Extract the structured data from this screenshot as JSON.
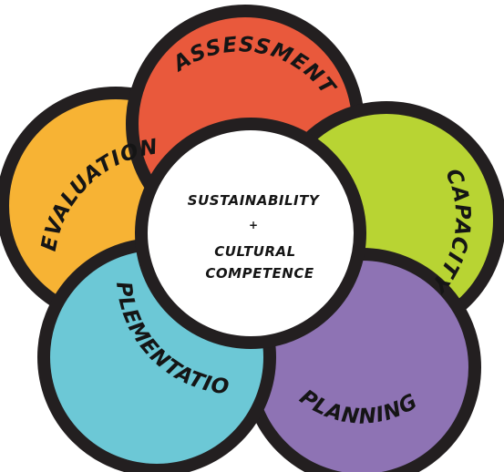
{
  "diagram": {
    "center": {
      "line1": "SUSTAINABILITY",
      "line2": "+",
      "line3": "CULTURAL",
      "line4": "COMPETENCE"
    },
    "stages": [
      {
        "label": "ASSESSMENT",
        "color": "#e9593c"
      },
      {
        "label": "CAPACITY",
        "color": "#b8d433"
      },
      {
        "label": "PLANNING",
        "color": "#8e73b4"
      },
      {
        "label": "IMPLEMENTATION",
        "color": "#6cc8d6"
      },
      {
        "label": "EVALUATION",
        "color": "#f7b334"
      }
    ],
    "outline_color": "#231f20",
    "center_fill": "#ffffff"
  }
}
